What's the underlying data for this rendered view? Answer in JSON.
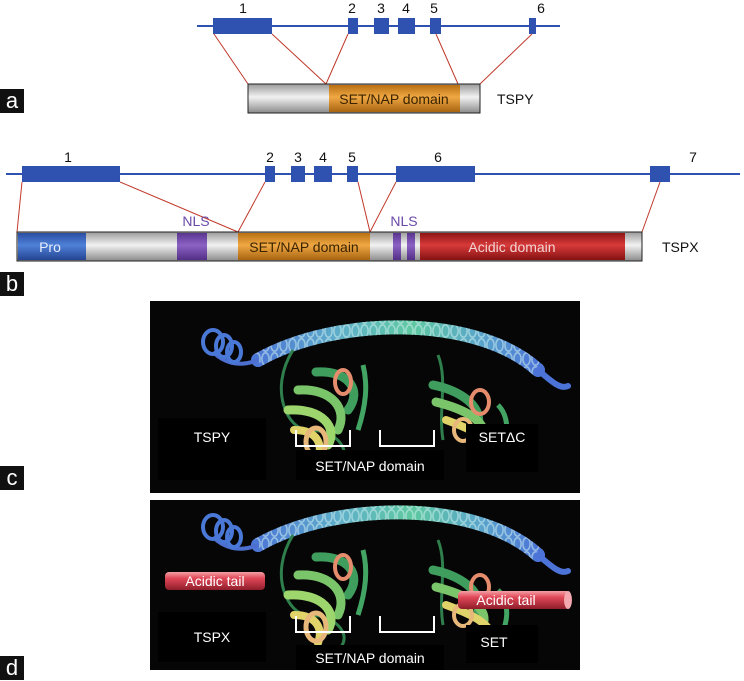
{
  "panels": {
    "a": {
      "letter": "a",
      "exons": [
        "1",
        "2",
        "3",
        "4",
        "5",
        "6"
      ],
      "domains": {
        "setnap": "SET/NAP domain"
      },
      "protein": "TSPY"
    },
    "b": {
      "letter": "b",
      "exons": [
        "1",
        "2",
        "3",
        "4",
        "5",
        "6",
        "7"
      ],
      "domains": {
        "pro": "Pro",
        "nls1": "NLS",
        "setnap": "SET/NAP domain",
        "nls2": "NLS",
        "acidic": "Acidic domain"
      },
      "protein": "TSPX"
    },
    "c": {
      "letter": "c",
      "left_label": "TSPY",
      "right_label": "SETΔC",
      "domain_label": "SET/NAP domain"
    },
    "d": {
      "letter": "d",
      "left_label": "TSPX",
      "right_label": "SET",
      "domain_label": "SET/NAP domain",
      "tail_left": "Acidic tail",
      "tail_right": "Acidic tail"
    }
  },
  "colors": {
    "gene": "#2f52b0",
    "setnap": "#e3992a",
    "pro": "#3f6fc7",
    "nls": "#7a4fb2",
    "acidic": "#c42a2a",
    "connector": "#c0392b",
    "panel_bg": "#060606"
  }
}
